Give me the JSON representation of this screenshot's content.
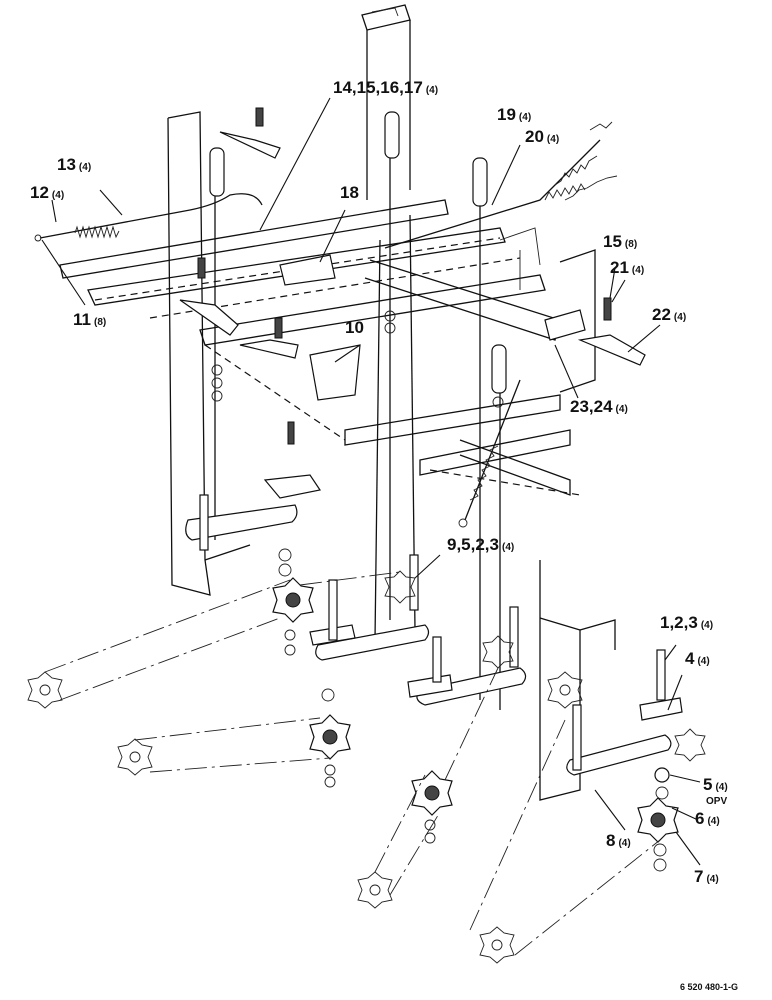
{
  "callouts": [
    {
      "id": "c14",
      "num": "14,15,16,17",
      "qty": "(4)"
    },
    {
      "id": "c19",
      "num": "19",
      "qty": "(4)"
    },
    {
      "id": "c20",
      "num": "20",
      "qty": "(4)"
    },
    {
      "id": "c13",
      "num": "13",
      "qty": "(4)"
    },
    {
      "id": "c12",
      "num": "12",
      "qty": "(4)"
    },
    {
      "id": "c18",
      "num": "18",
      "qty": ""
    },
    {
      "id": "c15",
      "num": "15",
      "qty": "(8)"
    },
    {
      "id": "c21",
      "num": "21",
      "qty": "(4)"
    },
    {
      "id": "c22",
      "num": "22",
      "qty": "(4)"
    },
    {
      "id": "c11",
      "num": "11",
      "qty": "(8)"
    },
    {
      "id": "c10",
      "num": "10",
      "qty": ""
    },
    {
      "id": "c23",
      "num": "23,24",
      "qty": "(4)"
    },
    {
      "id": "c9",
      "num": "9,5,2,3",
      "qty": "(4)"
    },
    {
      "id": "c1",
      "num": "1,2,3",
      "qty": "(4)"
    },
    {
      "id": "c4",
      "num": "4",
      "qty": "(4)"
    },
    {
      "id": "c5",
      "num": "5",
      "qty": "(4)"
    },
    {
      "id": "c6",
      "num": "6",
      "qty": "(4)"
    },
    {
      "id": "c8",
      "num": "8",
      "qty": "(4)"
    },
    {
      "id": "c7",
      "num": "7",
      "qty": "(4)"
    }
  ],
  "opv_note": "OPV",
  "figure_id": "6 520 480-1-G"
}
